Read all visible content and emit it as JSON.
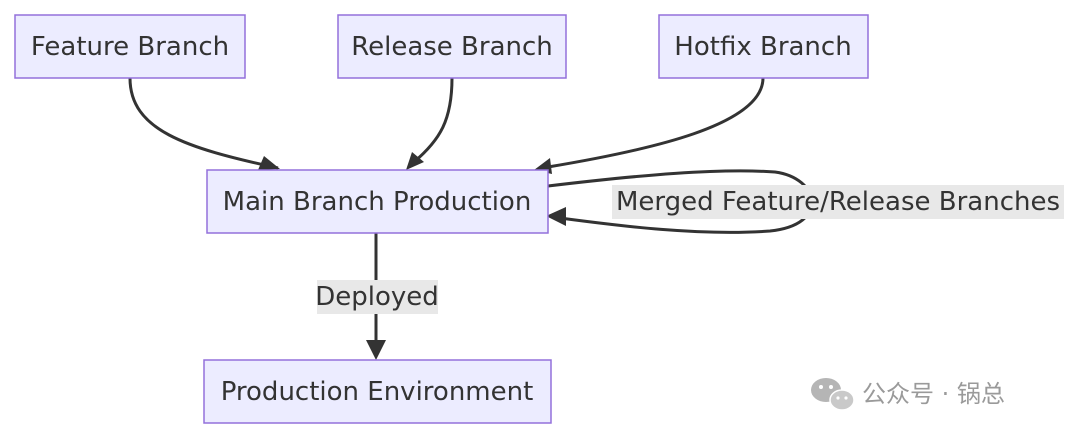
{
  "nodes": {
    "feature": "Feature Branch",
    "release": "Release Branch",
    "hotfix": "Hotfix Branch",
    "main": "Main Branch Production",
    "prod": "Production Environment"
  },
  "edges": {
    "main_to_prod": "Deployed",
    "main_self": "Merged Feature/Release Branches"
  },
  "watermark": {
    "text": "公众号 · 锅总",
    "icon": "wechat-icon"
  },
  "colors": {
    "node_fill": "#ECECFF",
    "node_stroke": "#9370DB",
    "edge": "#333333",
    "label_bg": "#E8E8E8"
  }
}
